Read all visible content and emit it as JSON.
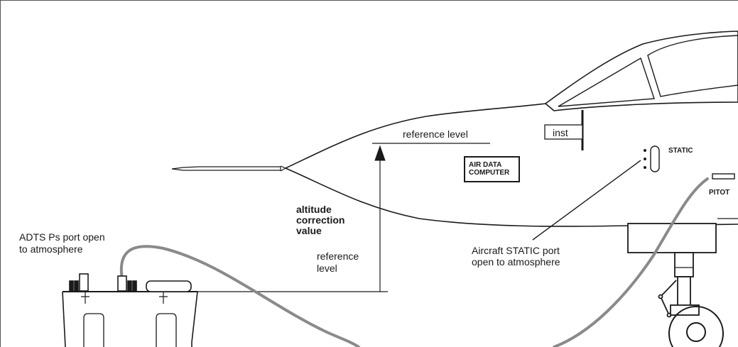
{
  "labels": {
    "reference_level_top": "reference level",
    "inst": "inst",
    "air_data_line1": "AIR DATA",
    "air_data_line2": "COMPUTER",
    "static": "STATIC",
    "pitot": "PITOT",
    "altitude_line1": "altitude",
    "altitude_line2": "correction",
    "altitude_line3": "value",
    "reference_level_lower_line1": "reference",
    "reference_level_lower_line2": "level",
    "adts_line1": "ADTS Ps port open",
    "adts_line2": "to atmosphere",
    "aircraft_static_line1": "Aircraft STATIC port",
    "aircraft_static_line2": "open to atmosphere"
  },
  "colors": {
    "line": "#1a1a1a",
    "hose": "#8a8a8a",
    "frame": "#555555"
  }
}
